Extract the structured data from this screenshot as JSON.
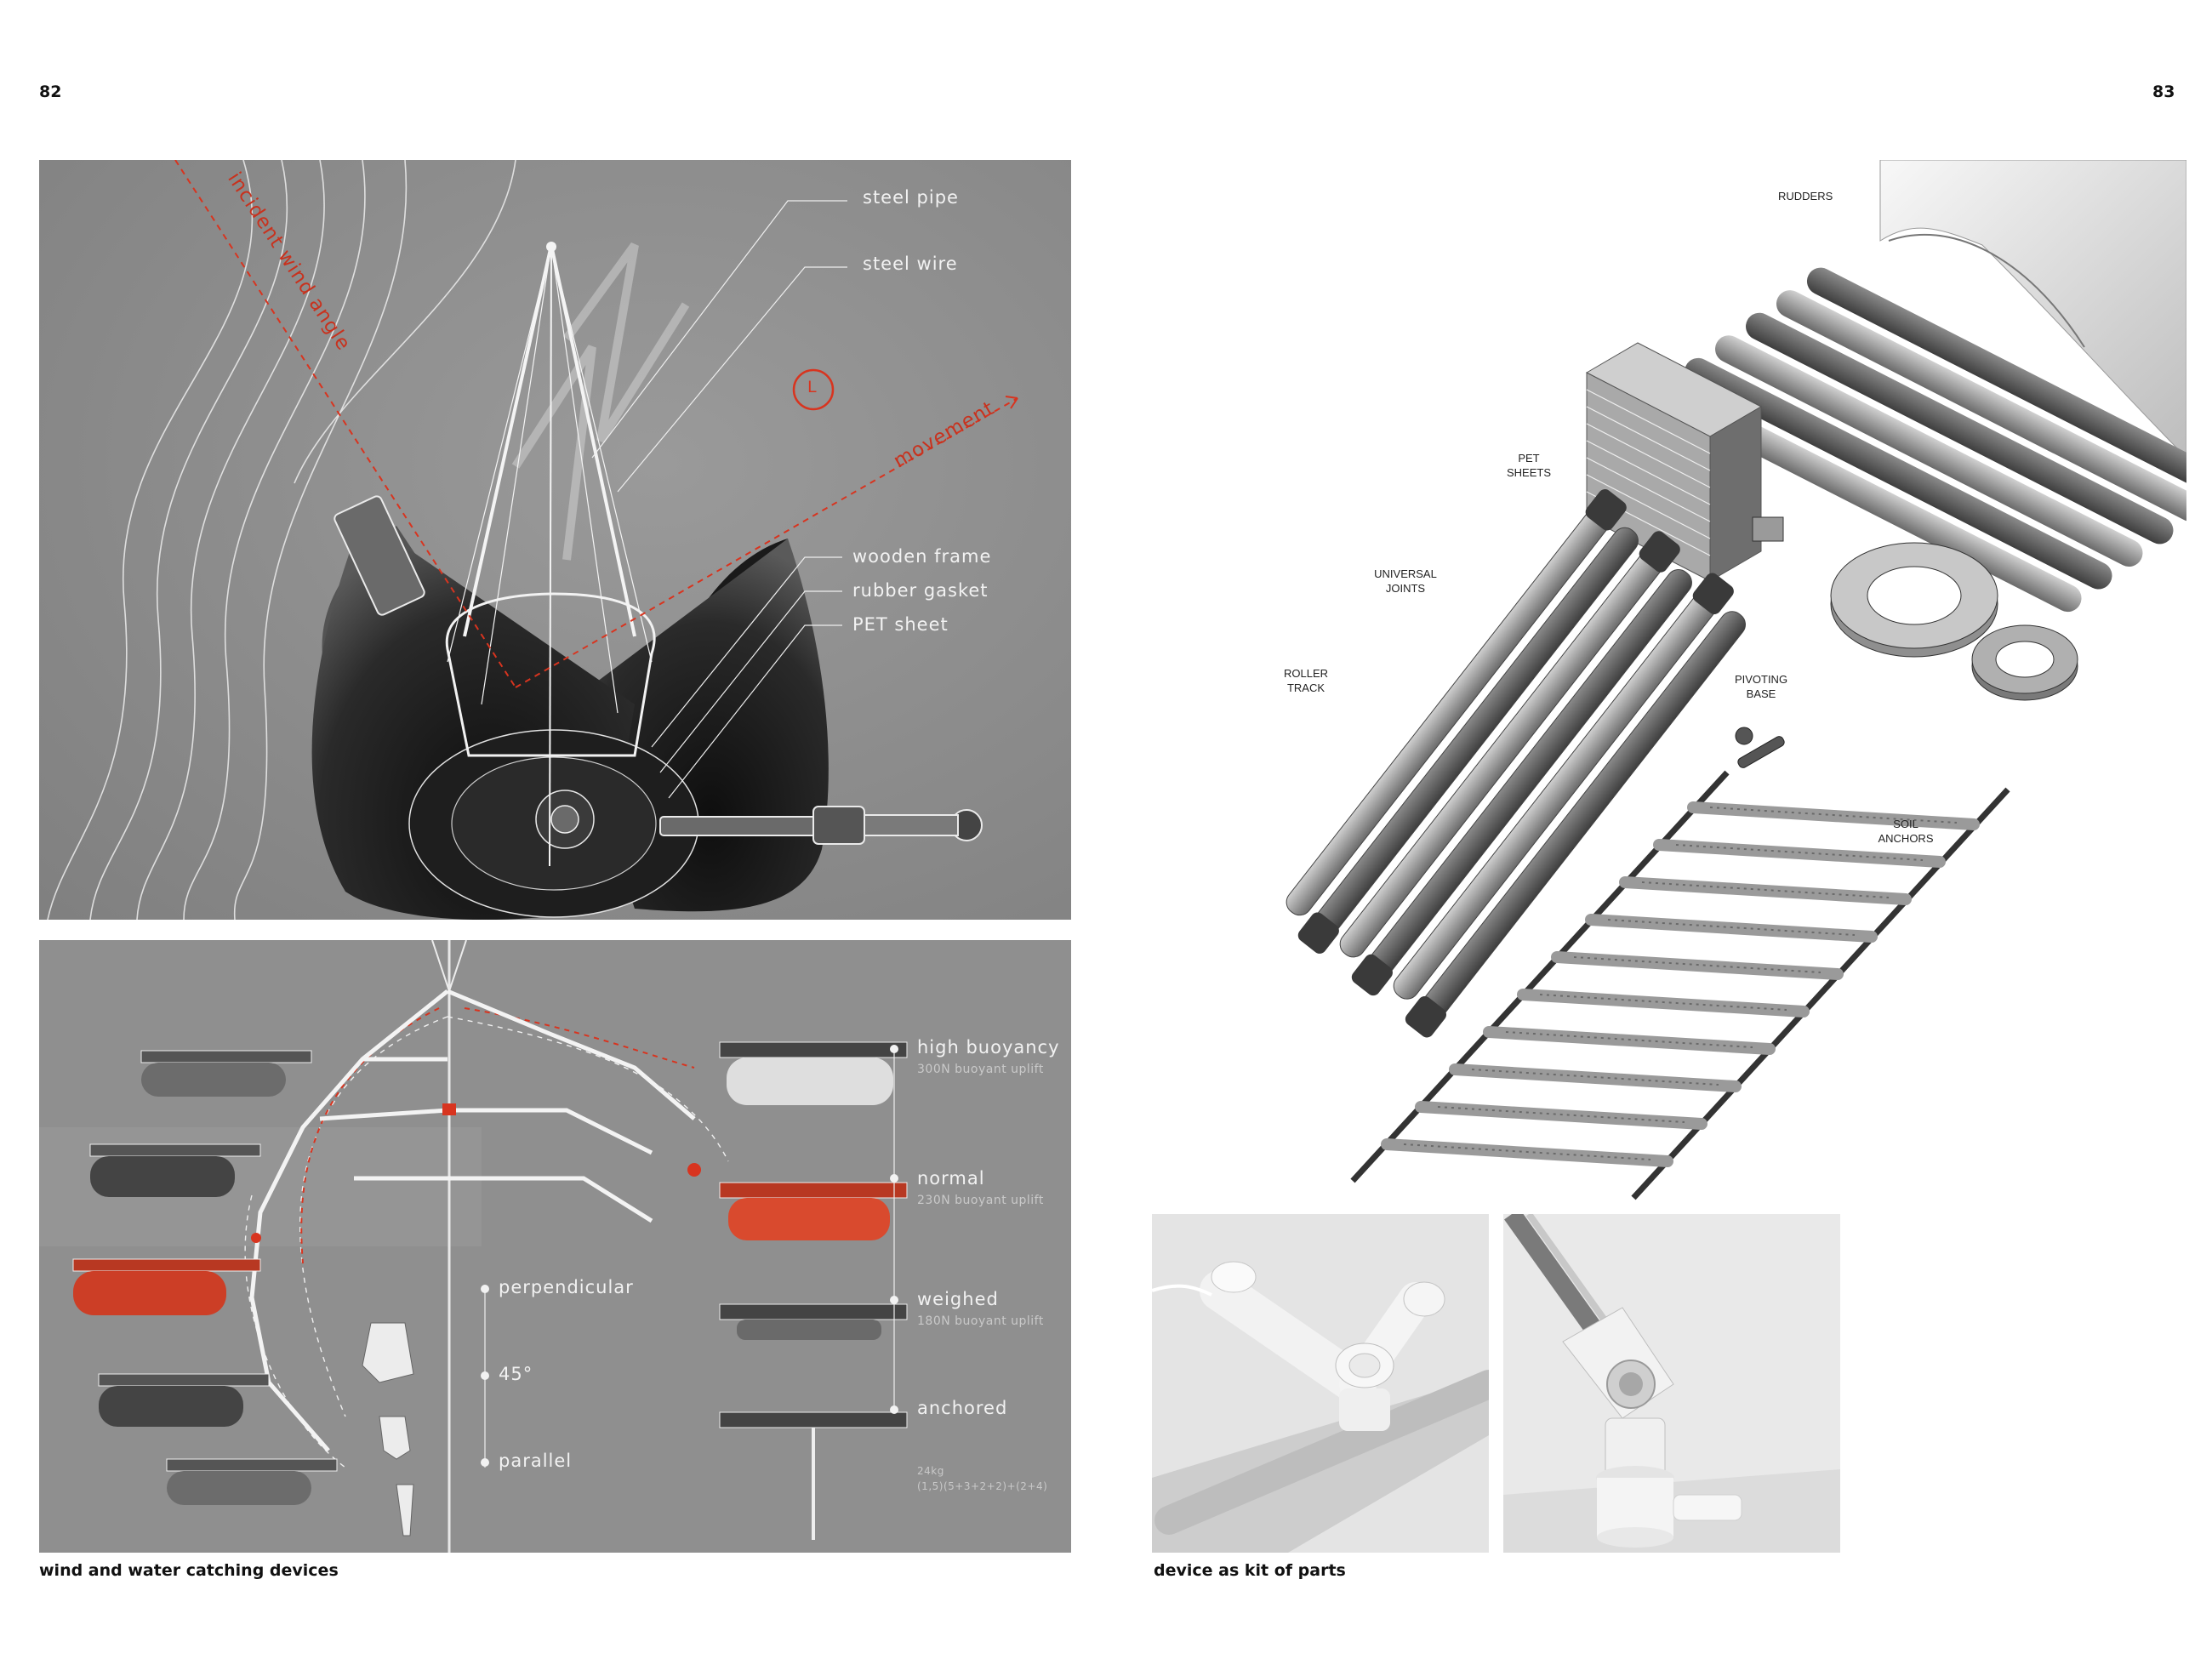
{
  "page_numbers": {
    "left": "82",
    "right": "83"
  },
  "captions": {
    "left": "wind and water catching devices",
    "right": "device as kit of parts"
  },
  "top_panel": {
    "labels": {
      "steel_pipe": "steel pipe",
      "steel_wire": "steel wire",
      "wooden_frame": "wooden frame",
      "rubber_gasket": "rubber gasket",
      "pet_sheet": "PET sheet"
    },
    "incident_wind_angle": "incident wind angle",
    "movement": "movement",
    "circle_marker": "L",
    "accent_color": "#c8321e"
  },
  "bottom_panel": {
    "sail_positions": [
      "perpendicular",
      "45°",
      "parallel"
    ],
    "buoyancy_states": [
      {
        "label": "high buoyancy",
        "sub": "300N buoyant uplift"
      },
      {
        "label": "normal",
        "sub": "230N buoyant uplift"
      },
      {
        "label": "weighed",
        "sub": "180N buoyant uplift"
      },
      {
        "label": "anchored",
        "sub": ""
      }
    ],
    "formula": {
      "line1": "24kg",
      "line2": "(1,5)(5+3+2+2)+(2+4)"
    }
  },
  "kit_labels": {
    "rudders": "RUDDERS",
    "pet_sheets": [
      "PET",
      "SHEETS"
    ],
    "universal_joints": [
      "UNIVERSAL",
      "JOINTS"
    ],
    "roller_track": [
      "ROLLER",
      "TRACK"
    ],
    "pivoting_base": [
      "PIVOTING",
      "BASE"
    ],
    "soil_anchors": [
      "SOIL",
      "ANCHORS"
    ]
  }
}
